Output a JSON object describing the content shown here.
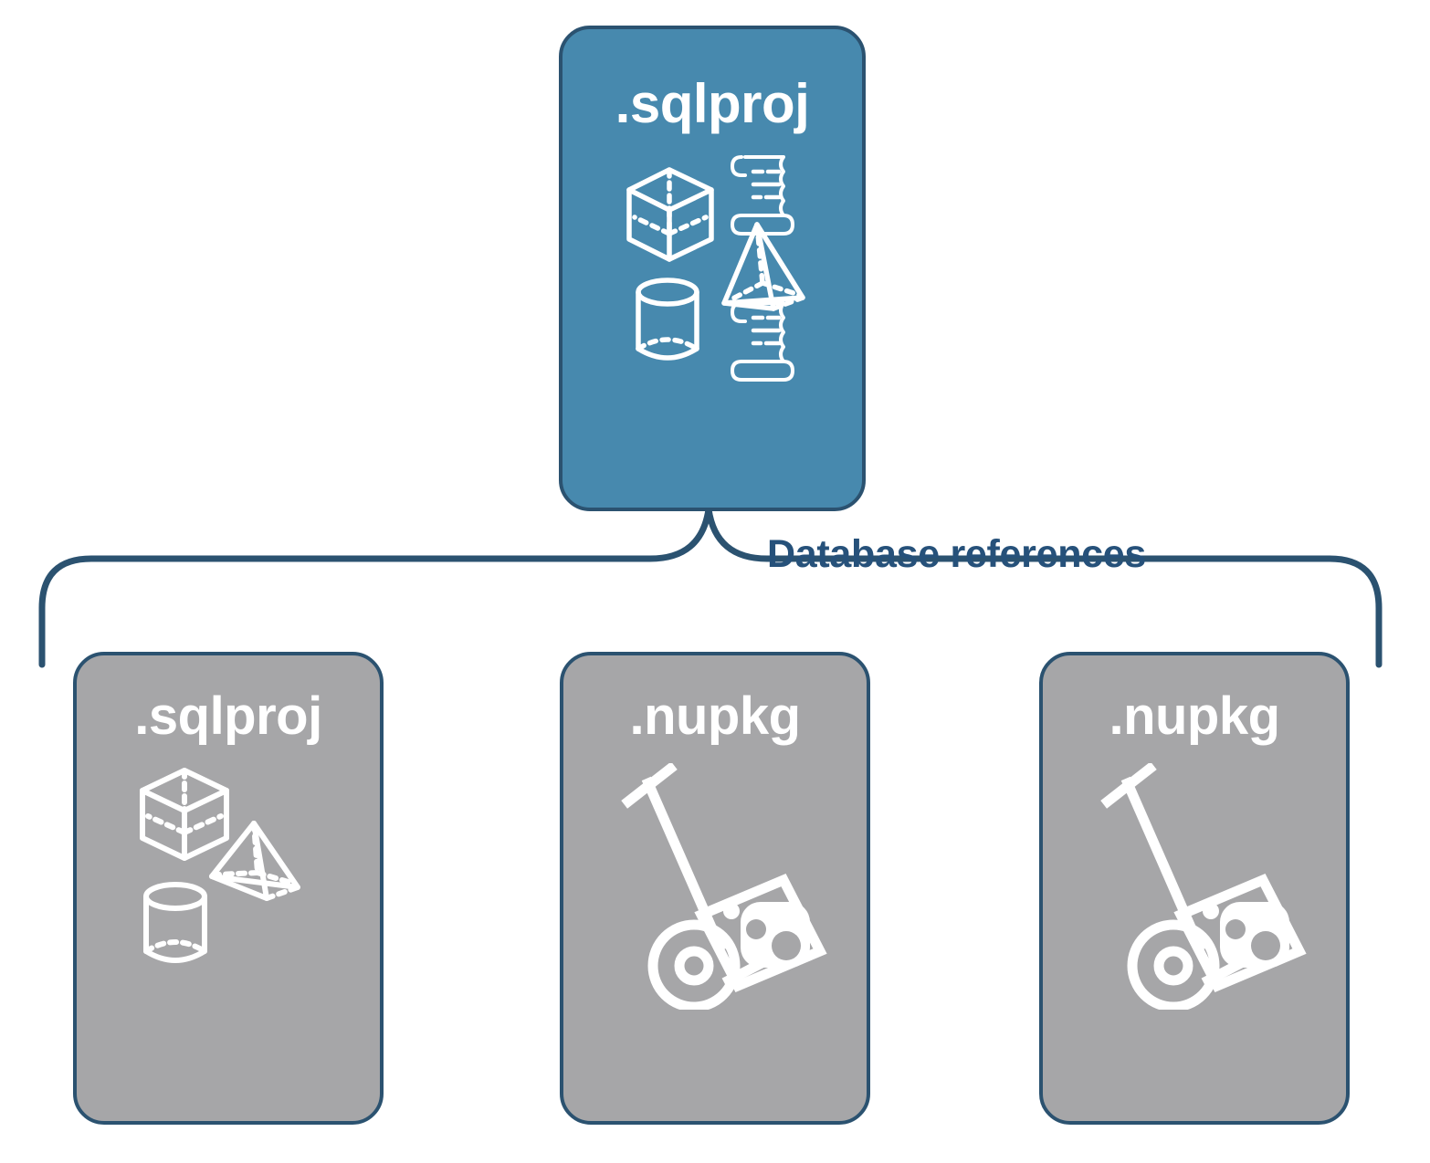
{
  "diagram": {
    "title": "Database references",
    "background": "#ffffff",
    "colors": {
      "primary_fill": "#4789ae",
      "secondary_fill": "#a6a6a8",
      "stroke": "#2b5270",
      "label_text": "#26517a",
      "node_text": "#ffffff"
    }
  },
  "root": {
    "label": ".sqlproj",
    "kind": "primary",
    "icons": [
      "cube-icon",
      "pyramid-icon",
      "cylinder-icon",
      "scroll-icon",
      "scroll-icon"
    ]
  },
  "connector": {
    "label": "Database references",
    "shape": "curly-brace"
  },
  "references": [
    {
      "label": ".sqlproj",
      "kind": "secondary",
      "icons": [
        "cube-icon",
        "pyramid-icon",
        "cylinder-icon"
      ]
    },
    {
      "label": ".nupkg",
      "kind": "secondary",
      "icons": [
        "hand-truck-package-icon"
      ]
    },
    {
      "label": ".nupkg",
      "kind": "secondary",
      "icons": [
        "hand-truck-package-icon"
      ]
    }
  ]
}
